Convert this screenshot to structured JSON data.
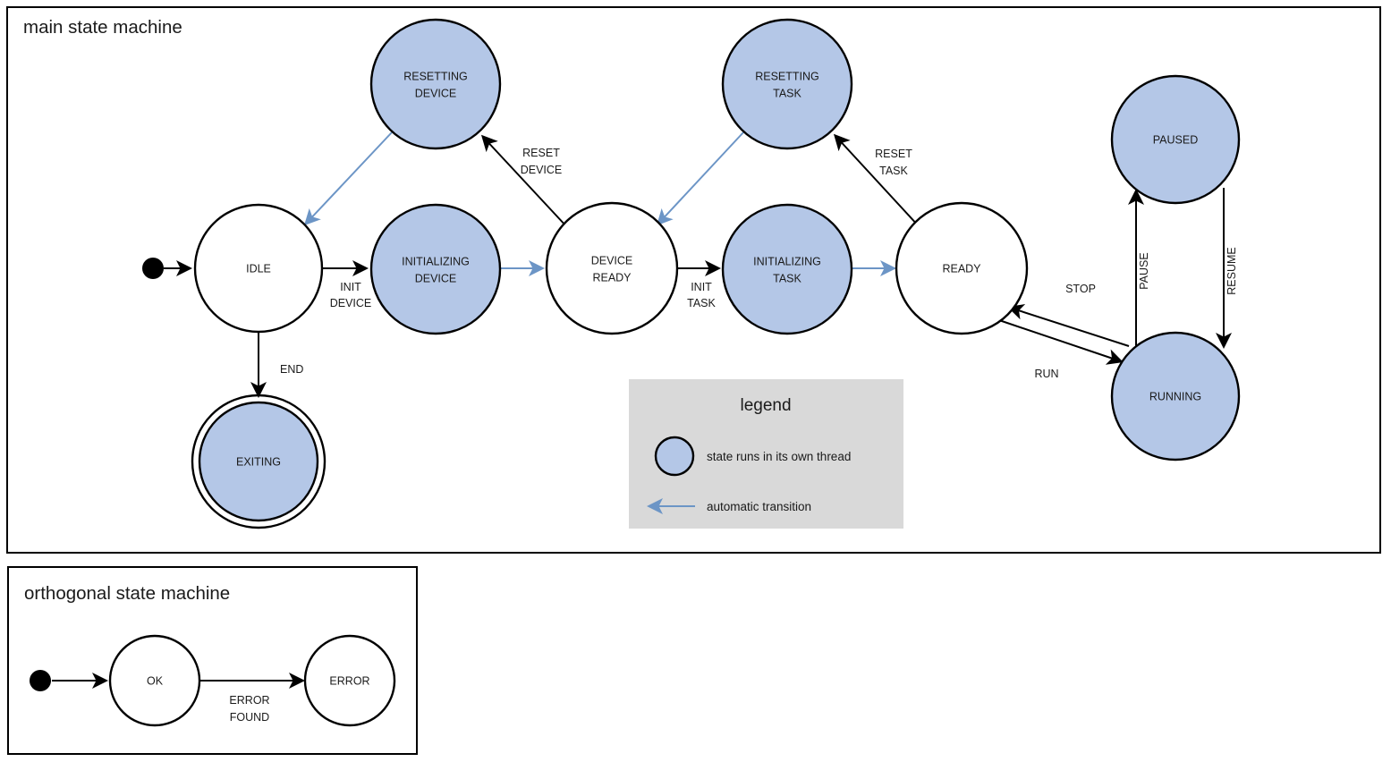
{
  "colors": {
    "threaded_fill": "#b4c7e7",
    "plain_fill": "#ffffff",
    "stroke": "#000000",
    "auto_transition": "#6c95c6",
    "legend_bg": "#d9d9d9"
  },
  "frames": [
    {
      "name": "main",
      "title": "main state machine"
    },
    {
      "name": "orthogonal",
      "title": "orthogonal state machine"
    }
  ],
  "main": {
    "title": "main state machine",
    "states": [
      {
        "id": "idle",
        "label_lines": [
          "IDLE"
        ],
        "threaded": false,
        "final": false
      },
      {
        "id": "resetting-device",
        "label_lines": [
          "RESETTING",
          "DEVICE"
        ],
        "threaded": true,
        "final": false
      },
      {
        "id": "initializing-device",
        "label_lines": [
          "INITIALIZING",
          "DEVICE"
        ],
        "threaded": true,
        "final": false
      },
      {
        "id": "device-ready",
        "label_lines": [
          "DEVICE",
          "READY"
        ],
        "threaded": false,
        "final": false
      },
      {
        "id": "resetting-task",
        "label_lines": [
          "RESETTING",
          "TASK"
        ],
        "threaded": true,
        "final": false
      },
      {
        "id": "initializing-task",
        "label_lines": [
          "INITIALIZING",
          "TASK"
        ],
        "threaded": true,
        "final": false
      },
      {
        "id": "ready",
        "label_lines": [
          "READY"
        ],
        "threaded": false,
        "final": false
      },
      {
        "id": "paused",
        "label_lines": [
          "PAUSED"
        ],
        "threaded": true,
        "final": false
      },
      {
        "id": "running",
        "label_lines": [
          "RUNNING"
        ],
        "threaded": true,
        "final": false
      },
      {
        "id": "exiting",
        "label_lines": [
          "EXITING"
        ],
        "threaded": true,
        "final": true
      }
    ],
    "transitions": [
      {
        "id": "init-idle",
        "from": "start",
        "to": "idle",
        "label_lines": [],
        "auto": false
      },
      {
        "id": "init-device",
        "from": "idle",
        "to": "initializing-device",
        "label_lines": [
          "INIT",
          "DEVICE"
        ],
        "auto": false
      },
      {
        "id": "device-auto",
        "from": "initializing-device",
        "to": "device-ready",
        "label_lines": [],
        "auto": true
      },
      {
        "id": "reset-device",
        "from": "device-ready",
        "to": "resetting-device",
        "label_lines": [
          "RESET",
          "DEVICE"
        ],
        "auto": false
      },
      {
        "id": "reset-device-auto",
        "from": "resetting-device",
        "to": "idle",
        "label_lines": [],
        "auto": true
      },
      {
        "id": "end",
        "from": "idle",
        "to": "exiting",
        "label_lines": [
          "END"
        ],
        "auto": false
      },
      {
        "id": "init-task",
        "from": "device-ready",
        "to": "initializing-task",
        "label_lines": [
          "INIT",
          "TASK"
        ],
        "auto": false
      },
      {
        "id": "task-auto",
        "from": "initializing-task",
        "to": "ready",
        "label_lines": [],
        "auto": true
      },
      {
        "id": "reset-task",
        "from": "ready",
        "to": "resetting-task",
        "label_lines": [
          "RESET",
          "TASK"
        ],
        "auto": false
      },
      {
        "id": "reset-task-auto",
        "from": "resetting-task",
        "to": "device-ready",
        "label_lines": [],
        "auto": true
      },
      {
        "id": "run",
        "from": "ready",
        "to": "running",
        "label_lines": [
          "RUN"
        ],
        "auto": false
      },
      {
        "id": "stop",
        "from": "running",
        "to": "ready",
        "label_lines": [
          "STOP"
        ],
        "auto": false
      },
      {
        "id": "pause",
        "from": "running",
        "to": "paused",
        "label_lines": [
          "PAUSE"
        ],
        "auto": false
      },
      {
        "id": "resume",
        "from": "paused",
        "to": "running",
        "label_lines": [
          "RESUME"
        ],
        "auto": false
      }
    ]
  },
  "legend": {
    "title": "legend",
    "items": [
      {
        "id": "threaded-state",
        "symbol": "blue-circle",
        "text": "state runs in its own thread"
      },
      {
        "id": "automatic-transition",
        "symbol": "blue-left-arrow",
        "text": "automatic transition"
      }
    ]
  },
  "orthogonal": {
    "title": "orthogonal state machine",
    "states": [
      {
        "id": "ok",
        "label_lines": [
          "OK"
        ],
        "threaded": false,
        "final": false
      },
      {
        "id": "error",
        "label_lines": [
          "ERROR"
        ],
        "threaded": false,
        "final": false
      }
    ],
    "transitions": [
      {
        "id": "ortho-init",
        "from": "start",
        "to": "ok",
        "label_lines": []
      },
      {
        "id": "error-found",
        "from": "ok",
        "to": "error",
        "label_lines": [
          "ERROR",
          "FOUND"
        ]
      }
    ]
  }
}
